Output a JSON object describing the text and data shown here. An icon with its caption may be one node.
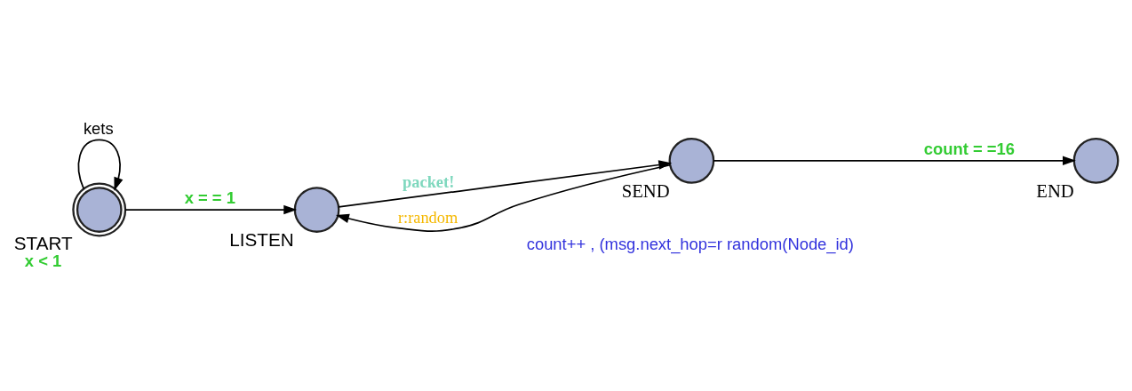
{
  "diagram": {
    "nodes": [
      {
        "text": [
          "START"
        ],
        "beside": [
          "x < 1"
        ]
      },
      {
        "text": [
          "LISTEN"
        ]
      },
      {
        "text": [
          "SEND"
        ]
      },
      {
        "text": [
          "END"
        ]
      }
    ],
    "edges": [
      {
        "from": 0,
        "to": 0,
        "arrow": "to",
        "label": "kets"
      },
      {
        "from": 0,
        "to": 1,
        "arrow": "to",
        "label": "x = = 1"
      },
      {
        "from": 1,
        "to": 2,
        "arrow": "to",
        "label": "packet!"
      },
      {
        "from": 2,
        "to": 1,
        "arrow": "to",
        "label": "r:random"
      },
      {
        "from": 2,
        "to": 3,
        "arrow": "to",
        "label": "count = =16"
      }
    ],
    "labels": [
      "count++ , (msg.next_hop=r random(Node_id)"
    ]
  }
}
